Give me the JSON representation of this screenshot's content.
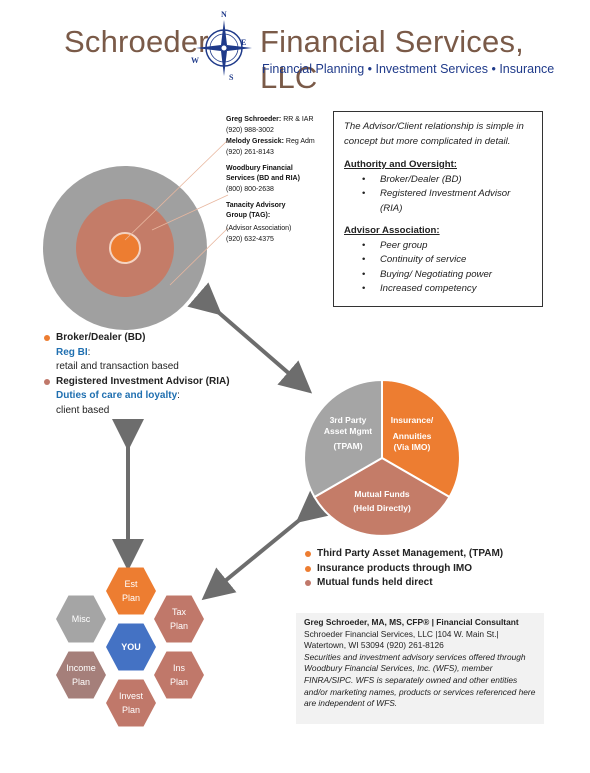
{
  "header": {
    "brand_left": "Schroeder",
    "brand_right": "Financial Services, LLC",
    "tagline": "Financial Planning • Investment Services • Insurance",
    "compass_letters": [
      "N",
      "E",
      "S",
      "W"
    ]
  },
  "contacts": [
    {
      "name": "Greg Schroeder:",
      "role": " RR & IAR",
      "phone": "(920) 988-3002"
    },
    {
      "name": "Melody Gressick:",
      "role": " Reg Adm",
      "phone": "(920) 261-8143"
    },
    {
      "name": "Woodbury Financial Services",
      "role": " (BD and RIA)",
      "phone": "(800) 800-2638"
    },
    {
      "name": "Tanacity Advisory Group (TAG):",
      "role": "(Advisor Association)",
      "phone": "(920) 632-4375"
    }
  ],
  "infobox": {
    "intro": "The Advisor/Client relationship is simple in concept but more complicated in detail.",
    "section1_heading": "Authority and Oversight:",
    "section1_items": [
      "Broker/Dealer (BD)",
      "Registered Investment Advisor (RIA)"
    ],
    "section2_heading": "Advisor Association:",
    "section2_items": [
      "Peer group",
      "Continuity of service",
      "Buying/ Negotiating power",
      "Increased competency"
    ]
  },
  "broker_legend": {
    "item1": "Broker/Dealer (BD)",
    "item1_sub_heading": "Reg BI",
    "item1_sub_text": "retail and transaction based",
    "item2": "Registered Investment Advisor (RIA)",
    "item2_sub_heading": "Duties of care and loyalty",
    "item2_sub_text": "client based",
    "colon": ":"
  },
  "pie": {
    "slice_tpam": [
      "3rd Party",
      "Asset Mgmt",
      "(TPAM)"
    ],
    "slice_insurance": [
      "Insurance/",
      "Annuities",
      "(Via IMO)"
    ],
    "slice_funds": [
      "Mutual Funds",
      "(Held Directly)"
    ]
  },
  "pie_legend": [
    "Third Party Asset Management, (TPAM)",
    "Insurance products through IMO",
    "Mutual funds held direct"
  ],
  "hexagons": {
    "center": "YOU",
    "est": [
      "Est",
      "Plan"
    ],
    "tax": [
      "Tax",
      "Plan"
    ],
    "ins": [
      "Ins",
      "Plan"
    ],
    "invest": [
      "Invest",
      "Plan"
    ],
    "income": [
      "Income",
      "Plan"
    ],
    "misc": "Misc"
  },
  "bio": {
    "title": "Greg Schroeder, MA, MS, CFP® | Financial Consultant",
    "address1": "Schroeder Financial Services, LLC |104 W. Main St.|",
    "address2": "Watertown, WI 53094 (920) 261-8126",
    "disclaimer": "Securities and investment advisory services offered through Woodbury Financial Services, Inc. (WFS), member FINRA/SIPC.  WFS is separately owned and other entities and/or marketing names, products or services referenced here are independent of WFS."
  },
  "colors": {
    "brand_brown": "#7a5a48",
    "navy": "#1f3a8a",
    "orange": "#ed7d31",
    "rose": "#c0786a",
    "gray": "#a5a5a5",
    "mauve": "#a57f7a"
  }
}
